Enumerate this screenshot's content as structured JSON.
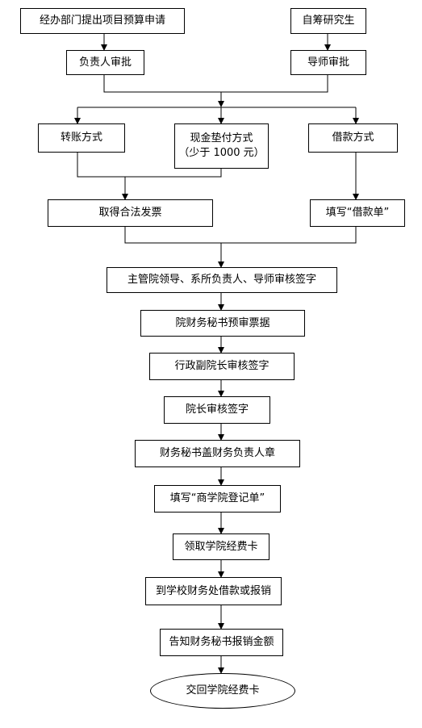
{
  "flowchart": {
    "nodes": {
      "dept_apply": "经办部门提出项目预算申请",
      "self_fund": "自筹研究生",
      "owner_approve": "负责人审批",
      "tutor_approve": "导师审批",
      "transfer": "转账方式",
      "cash_line1": "现金垫付方式",
      "cash_line2": "（少于 1000 元）",
      "loan": "借款方式",
      "invoice": "取得合法发票",
      "fill_loan": "填写“借款单”",
      "leader_sign": "主管院领导、系所负责人、导师审核签字",
      "secretary_pre": "院财务秘书预审票据",
      "vice_dean": "行政副院长审核签字",
      "dean": "院长审核签字",
      "seal": "财务秘书盖财务负责人章",
      "fill_register": "填写“商学院登记单”",
      "get_card": "领取学院经费卡",
      "school_finance": "到学校财务处借款或报销",
      "notify": "告知财务秘书报销金额",
      "return_card": "交回学院经费卡"
    },
    "colors": {
      "stroke": "#000000",
      "fill": "#ffffff"
    }
  }
}
